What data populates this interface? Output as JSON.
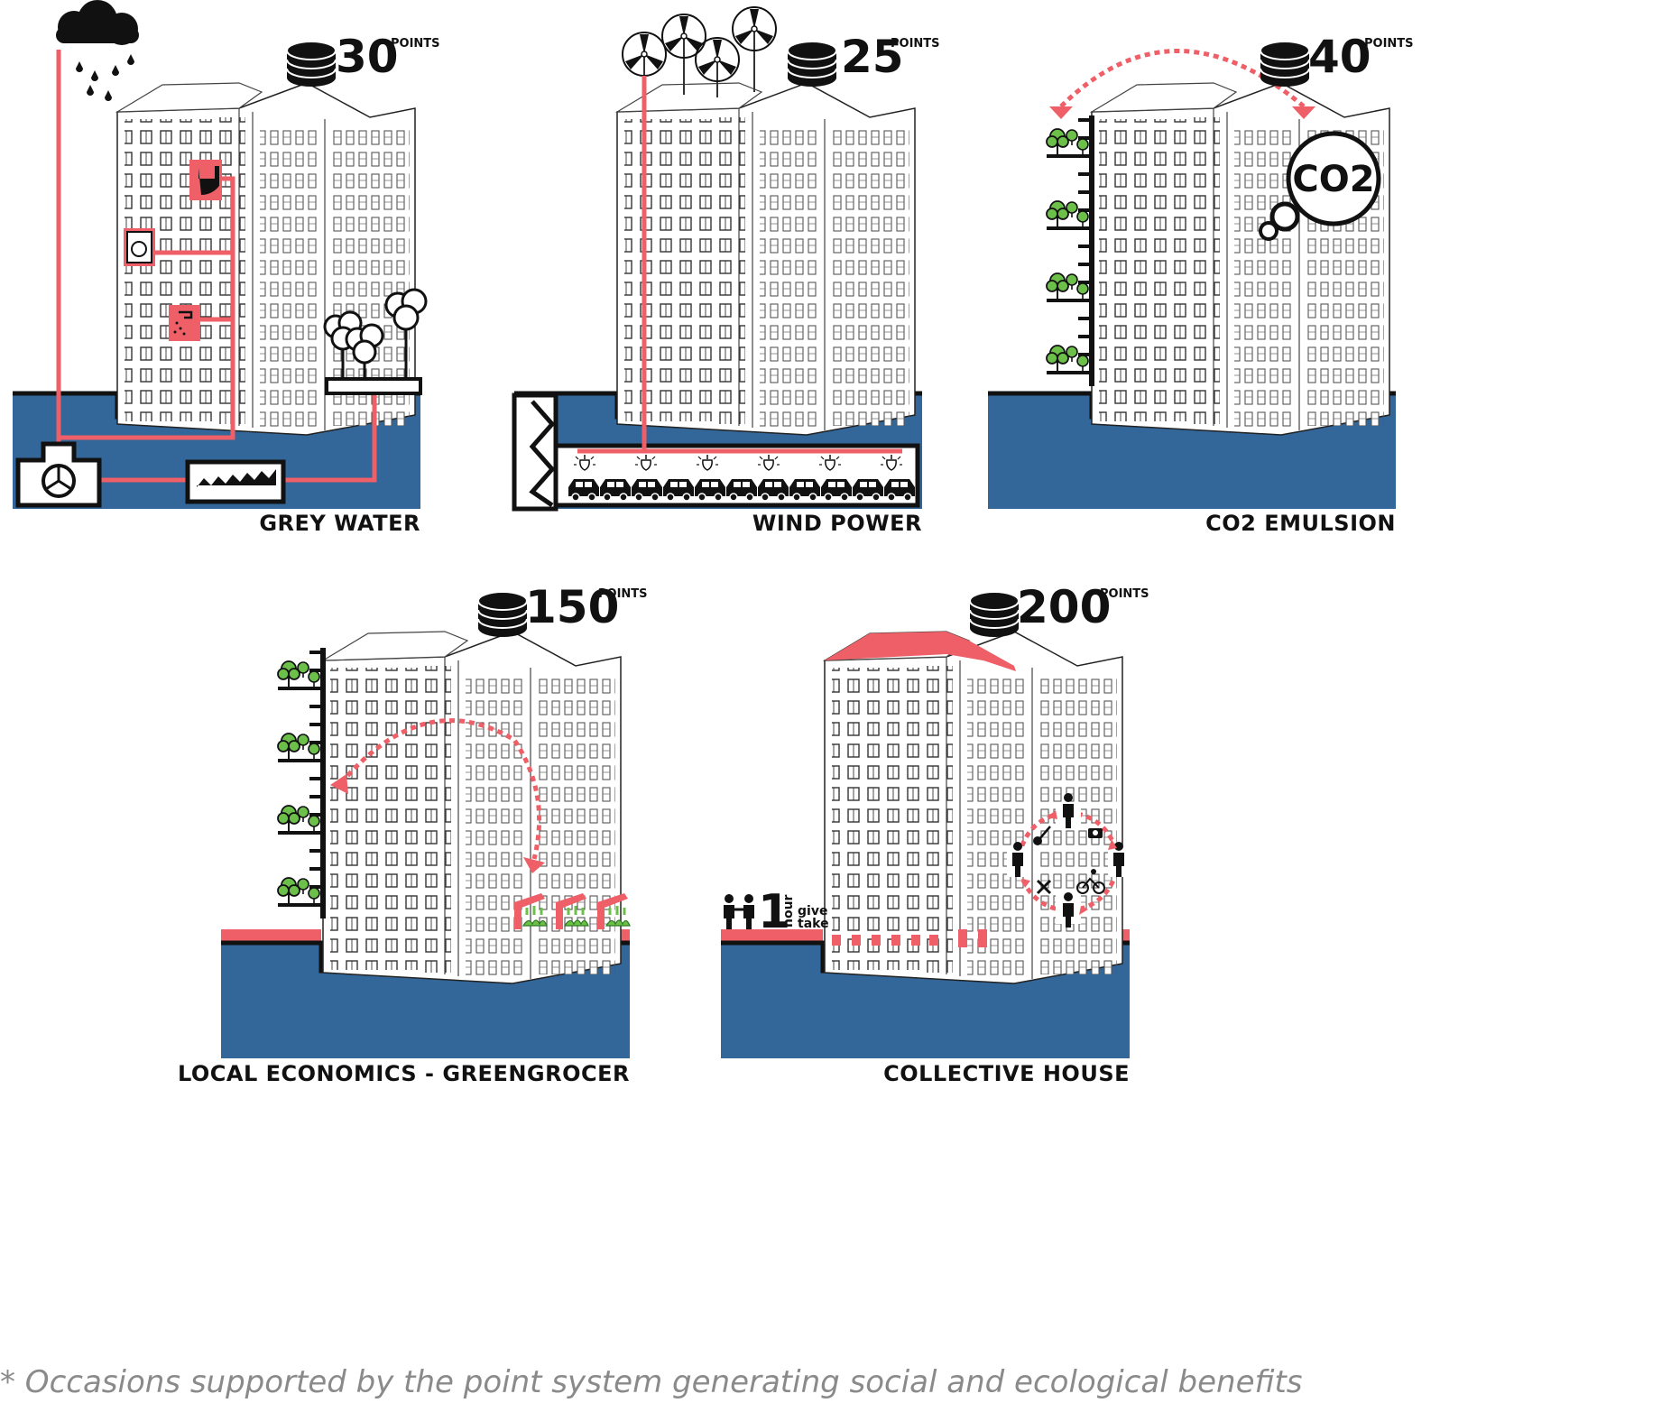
{
  "colors": {
    "ground": "#336699",
    "accent": "#ef5f67",
    "ink": "#111111",
    "tree": "#6cc04a"
  },
  "panels": [
    {
      "id": "grey-water",
      "title": "GREY WATER",
      "points": "30",
      "points_unit": "POINTS"
    },
    {
      "id": "wind-power",
      "title": "WIND POWER",
      "points": "25",
      "points_unit": "POINTS"
    },
    {
      "id": "co2-emulsion",
      "title": "CO2 EMULSION",
      "points": "40",
      "points_unit": "POINTS",
      "bubble_text": "CO2"
    },
    {
      "id": "local-economics",
      "title": "LOCAL ECONOMICS - GREENGROCER",
      "points": "150",
      "points_unit": "POINTS"
    },
    {
      "id": "collective-house",
      "title": "COLLECTIVE HOUSE",
      "points": "200",
      "points_unit": "POINTS",
      "time_bank": {
        "number": "1",
        "unit": "hour",
        "line1": "give",
        "line2": "take"
      }
    }
  ],
  "footnote": "* Occasions supported by the point system generating social and ecological benefits"
}
